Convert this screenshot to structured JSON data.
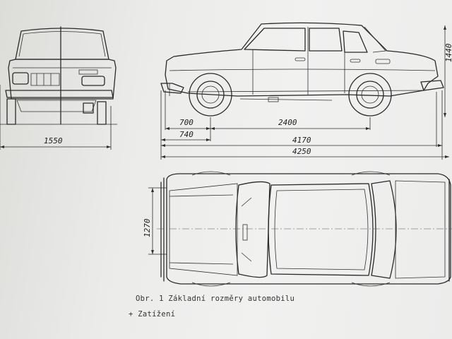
{
  "dimensions": {
    "front_track": "1550",
    "front_overhang": "700",
    "front_overhang_bumper": "740",
    "wheelbase": "2400",
    "length_body": "4170",
    "length_total": "4250",
    "rear_track": "1270",
    "height": "1440"
  },
  "caption": {
    "figure": "Obr. 1 Základní rozměry automobilu",
    "legend": "+ Zatížení"
  }
}
